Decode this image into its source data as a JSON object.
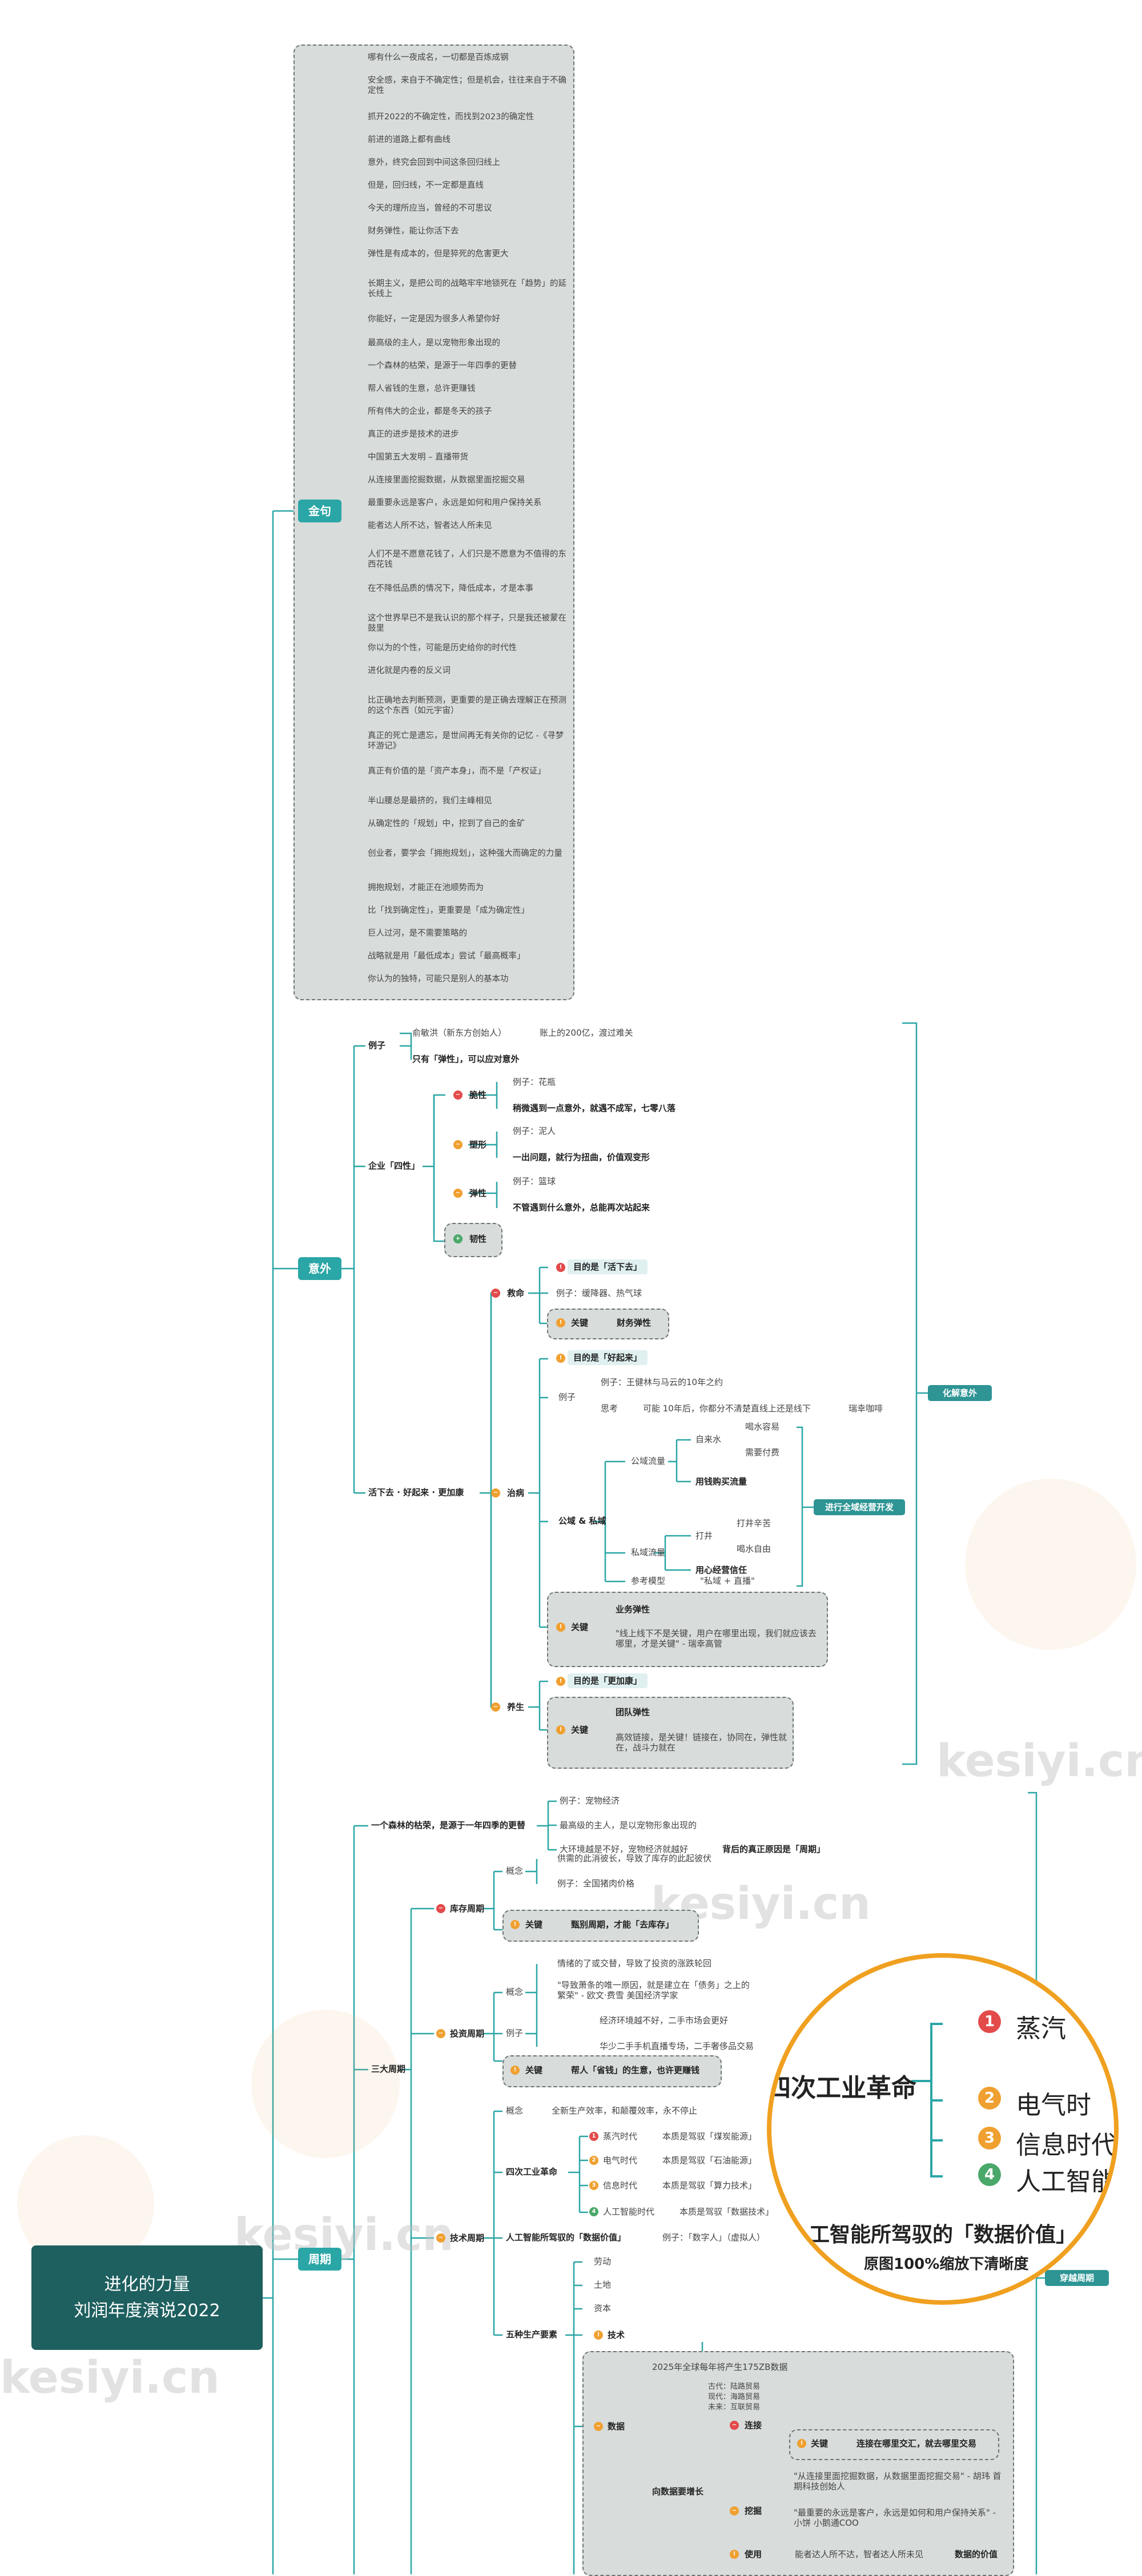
{
  "root": {
    "line1": "进化的力量",
    "line2": "刘润年度演说2022"
  },
  "quotes_label": "金句",
  "quotes": [
    "哪有什么一夜成名，一切都是百炼成钢",
    "安全感，来自于不确定性；但是机会，往往来自于不确定性",
    "抓开2022的不确定性，而找到2023的确定性",
    "前进的道路上都有曲线",
    "意外，终究会回到中间这条回归线上",
    "但是，回归线，不一定都是直线",
    "今天的理所应当，曾经的不可思议",
    "财务弹性，能让你活下去",
    "弹性是有成本的，但是猝死的危害更大",
    "长期主义，是把公司的战略牢牢地锁死在「趋势」的延长线上",
    "你能好，一定是因为很多人希望你好",
    "最高级的主人，是以宠物形象出现的",
    "一个森林的枯荣，是源于一年四季的更替",
    "帮人省钱的生意，总许更赚钱",
    "所有伟大的企业，都是冬天的孩子",
    "真正的进步是技术的进步",
    "中国第五大发明 – 直播带货",
    "从连接里面挖掘数据，从数据里面挖掘交易",
    "最重要永远是客户，永远是如何和用户保持关系",
    "能者达人所不达，智者达人所未见",
    "人们不是不愿意花钱了，人们只是不愿意为不值得的东西花钱",
    "在不降低品质的情况下，降低成本，才是本事",
    "这个世界早已不是我认识的那个样子，只是我还被蒙在鼓里",
    "你以为的个性，可能是历史给你的时代性",
    "进化就是内卷的反义词",
    "比正确地去判断预测，更重要的是正确去理解正在预测的这个东西（如元宇宙）",
    "真正的死亡是遗忘，是世间再无有关你的记忆 -《寻梦环游记》",
    "真正有价值的是「资产本身」，而不是「产权证」",
    "半山腰总是最挤的，我们主峰相见",
    "从确定性的「规划」中，挖到了自己的金矿",
    "创业者，要学会「拥抱规划」，这种强大而确定的力量",
    "拥抱规划，才能正在池顺势而为",
    "比「找到确定性」，更重要是「成为确定性」",
    "巨人过河，是不需要策略的",
    "战略就是用「最低成本」尝试「最高概率」",
    "你认为的独特，可能只是别人的基本功"
  ],
  "accident": {
    "label": "意外",
    "example_label": "例子",
    "example_person": "俞敏洪（新东方创始人）",
    "example_result": "账上的200亿，渡过难关",
    "example_note": "只有「弹性」，可以应对意外",
    "enterprise_label": "企业「四性」",
    "four": [
      {
        "name": "脆性",
        "ex": "例子：花瓶",
        "desc": "稍微遇到一点意外，就遇不成军，七零八落"
      },
      {
        "name": "塑形",
        "ex": "例子：泥人",
        "desc": "一出问题，就行为扭曲，价值观变形"
      },
      {
        "name": "弹性",
        "ex": "例子：篮球",
        "desc": "不管遇到什么意外，总能再次站起来"
      },
      {
        "name": "韧性"
      }
    ],
    "live_label": "活下去 · 好起来 · 更加康",
    "survive": {
      "name": "救命",
      "goal": "目的是「活下去」",
      "ex": "例子：缓降器、热气球",
      "key": "关键",
      "key_val": "财务弹性"
    },
    "treat": {
      "name": "治病",
      "goal": "目的是「好起来」",
      "ex_label": "例子",
      "ex1": "例子：王健林与马云的10年之约",
      "ex2_a": "思考",
      "ex2_b": "可能 10年后，你都分不清楚直线上还是线下",
      "ex2_c": "瑞幸咖啡",
      "domain": "公域 & 私域",
      "public": "公域流量",
      "self": "自来水",
      "self_a": "喝水容易",
      "self_b": "需要付费",
      "public_c": "用钱购买流量",
      "private": "私域流量",
      "dig": "打井",
      "dig_a": "打井辛苦",
      "dig_b": "喝水自由",
      "private_c": "用心经营信任",
      "ref": "参考模型",
      "ref_val": "\"私域 + 直播\"",
      "right_tag": "进行全域经营开发",
      "key": "关键",
      "key_a": "业务弹性",
      "key_b": "\"线上线下不是关键，用户在哪里出现，我们就应该去哪里，才是关键\" - 瑞幸高管"
    },
    "nourish": {
      "name": "养生",
      "goal": "目的是「更加康」",
      "key": "关键",
      "key_a": "团队弹性",
      "key_b": "高效链接，是关键！链接在，协同在，弹性就在，战斗力就在"
    },
    "right_label": "化解意外"
  },
  "cycle": {
    "label": "周期",
    "forest": "一个森林的枯荣，是源于一年四季的更替",
    "forest_1": "例子：宠物经济",
    "forest_2": "最高级的主人，是以宠物形象出现的",
    "forest_3_a": "大环境越是不好，宠物经济就越好",
    "forest_3_b": "背后的真正原因是「周期」",
    "three": "三大周期",
    "inventory": "库存周期",
    "inv_concept": "概念",
    "inv_c1": "供需的此消彼长，导致了库存的此起彼伏",
    "inv_c2": "例子：全国猪肉价格",
    "inv_key": "关键",
    "inv_key_val": "甄别周期，才能「去库存」",
    "invest": "投资周期",
    "invest_concept": "概念",
    "invest_c1": "情绪的了或交替，导致了投资的涨跌轮回",
    "invest_c2": "\"导致萧条的唯一原因，就是建立在「债务」之上的繁荣\" - 欧文·费雪 美国经济学家",
    "invest_ex": "例子",
    "invest_ex1": "经济环境越不好，二手市场会更好",
    "invest_ex2": "华少二手手机直播专场，二手奢侈品交易",
    "invest_key": "关键",
    "invest_key_val": "帮人「省钱」的生意，也许更赚钱",
    "tech": "技术周期",
    "tech_concept": "概念",
    "tech_concept_val": "全新生产效率，和颠覆效率，永不停止",
    "revolution": "四次工业革命",
    "rev": [
      {
        "n": "1",
        "name": "蒸汽时代",
        "val": "本质是驾驭「煤炭能源」"
      },
      {
        "n": "2",
        "name": "电气时代",
        "val": "本质是驾驭「石油能源」"
      },
      {
        "n": "3",
        "name": "信息时代",
        "val": "本质是驾驭「算力技术」"
      },
      {
        "n": "4",
        "name": "人工智能时代",
        "val": "本质是驾驭「数据技术」"
      }
    ],
    "ai": "人工智能所驾驭的「数据价值」",
    "ai_ex": "例子：「数字人」（虚拟人）",
    "factors": "五种生产要素",
    "f": [
      "劳动",
      "土地",
      "资本",
      "技术"
    ],
    "data": "数据",
    "data_1": "2025年全球每年将产生175ZB数据",
    "data_era": [
      "古代：陆路贸易",
      "现代：海路贸易",
      "未来：互联贸易"
    ],
    "data_grow": "向数据要增长",
    "link": "连接",
    "link_key": "关键",
    "link_key_val": "连接在哪里交汇，就去哪里交易",
    "mine": "挖掘",
    "mine_1": "\"从连接里面挖掘数据，从数据里面挖掘交易\" - 胡玮 首期科技创始人",
    "mine_2": "\"最重要的永远是客户，永远是如何和用户保持关系\" - 小饼 小鹅通COO",
    "use": "使用",
    "use_val": "能者达人所不达，智者达人所未见",
    "use_tail": "数据的价值",
    "right_label": "穿越周期"
  },
  "zoom": {
    "center": "四次工业革命",
    "items": [
      "蒸汽",
      "电气时",
      "信息时代",
      "人工智能"
    ],
    "bottom": "人工智能所驾驭的「数据价值」",
    "caption": "原图100%缩放下清晰度"
  },
  "watermark": "kesiyi.cn"
}
